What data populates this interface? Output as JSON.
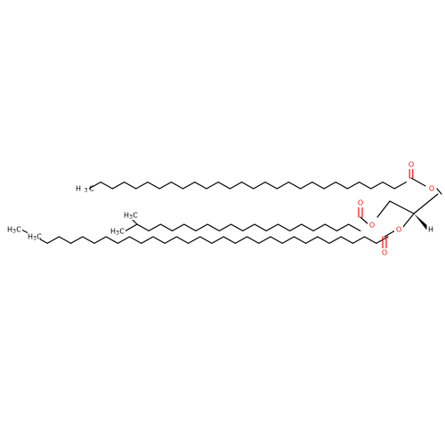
{
  "diagram": {
    "atoms": {
      "oxygen": "O",
      "hydrogen": "H",
      "carbon": "C",
      "methyl_sub": "3"
    },
    "colors": {
      "bond": "#000000",
      "oxygen": "#ff0d0d"
    }
  }
}
